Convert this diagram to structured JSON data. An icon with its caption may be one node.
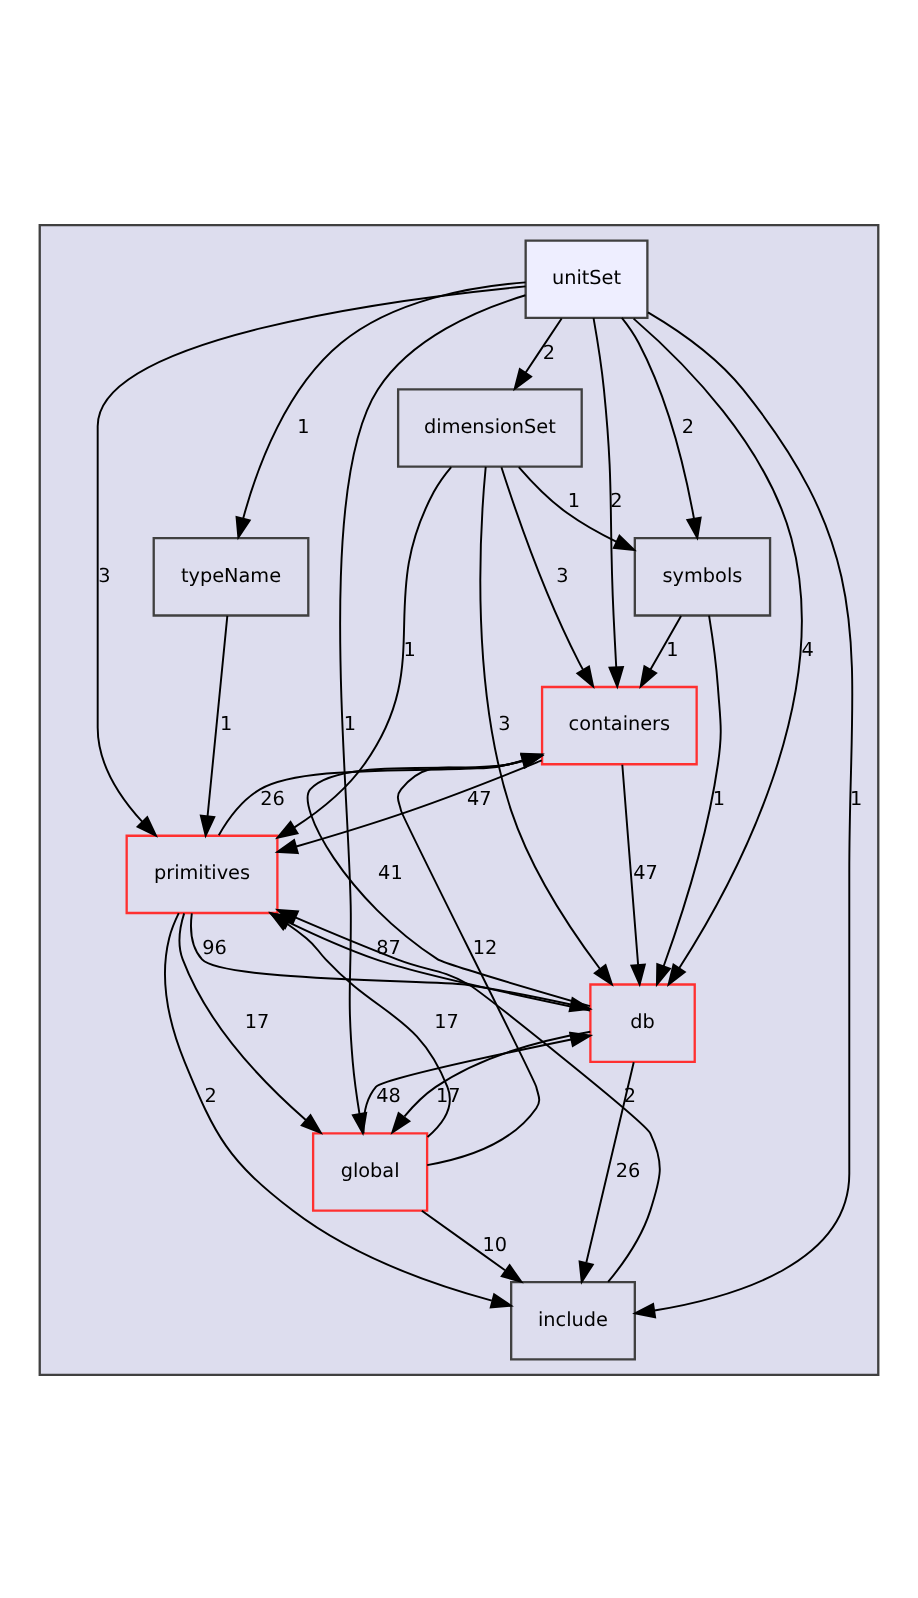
{
  "diagram": {
    "nodes": [
      {
        "text": [],
        "shape": "box"
      },
      {
        "text": [
          "unitSet"
        ],
        "in": 0
      },
      {
        "text": [
          "dimensionSet"
        ],
        "in": 0
      },
      {
        "text": [
          "typeName"
        ],
        "in": 0
      },
      {
        "text": [
          "symbols"
        ],
        "in": 0
      },
      {
        "text": [
          "containers"
        ],
        "in": 0
      },
      {
        "text": [
          "primitives"
        ],
        "in": 0
      },
      {
        "text": [
          "db"
        ],
        "in": 0
      },
      {
        "text": [
          "global"
        ],
        "in": 0
      },
      {
        "text": [
          "include"
        ],
        "in": 0
      }
    ],
    "edges": [
      {
        "from": 1,
        "to": 2,
        "arrow": "to",
        "label": "2"
      },
      {
        "from": 1,
        "to": 3,
        "arrow": "to",
        "label": "1"
      },
      {
        "from": 1,
        "to": 4,
        "arrow": "to",
        "label": "2"
      },
      {
        "from": 1,
        "to": 5,
        "arrow": "to",
        "label": "2"
      },
      {
        "from": 1,
        "to": 6,
        "arrow": "to",
        "label": "3"
      },
      {
        "from": 1,
        "to": 7,
        "arrow": "to",
        "label": "4"
      },
      {
        "from": 1,
        "to": 8,
        "arrow": "to",
        "label": "1"
      },
      {
        "from": 1,
        "to": 9,
        "arrow": "to",
        "label": "1"
      },
      {
        "from": 2,
        "to": 4,
        "arrow": "to",
        "label": "1"
      },
      {
        "from": 2,
        "to": 5,
        "arrow": "to",
        "label": "3"
      },
      {
        "from": 2,
        "to": 6,
        "arrow": "to",
        "label": "1"
      },
      {
        "from": 2,
        "to": 7,
        "arrow": "to",
        "label": "3"
      },
      {
        "from": 3,
        "to": 6,
        "arrow": "to",
        "label": "1"
      },
      {
        "from": 4,
        "to": 5,
        "arrow": "to",
        "label": "1"
      },
      {
        "from": 4,
        "to": 7,
        "arrow": "to",
        "label": "1"
      },
      {
        "from": 5,
        "to": 6,
        "arrow": "to",
        "label": "47"
      },
      {
        "from": 5,
        "to": 7,
        "arrow": "to",
        "label": "47"
      },
      {
        "from": 6,
        "to": 5,
        "arrow": "to",
        "label": "26"
      },
      {
        "from": 6,
        "to": 7,
        "arrow": "to",
        "label": "96"
      },
      {
        "from": 6,
        "to": 8,
        "arrow": "to",
        "label": "17"
      },
      {
        "from": 6,
        "to": 9,
        "arrow": "to",
        "label": "2"
      },
      {
        "from": 7,
        "to": 5,
        "arrow": "to",
        "label": "41"
      },
      {
        "from": 7,
        "to": 6,
        "arrow": "to",
        "label": "87"
      },
      {
        "from": 7,
        "to": 8,
        "arrow": "to",
        "label": "17"
      },
      {
        "from": 7,
        "to": 9,
        "arrow": "to",
        "label": "26"
      },
      {
        "from": 8,
        "to": 5,
        "arrow": "to",
        "label": "12"
      },
      {
        "from": 8,
        "to": 6,
        "arrow": "to",
        "label": "17"
      },
      {
        "from": 8,
        "to": 7,
        "arrow": "to",
        "label": "48"
      },
      {
        "from": 8,
        "to": 9,
        "arrow": "to",
        "label": "10"
      },
      {
        "from": 9,
        "to": 6,
        "arrow": "to",
        "label": "2"
      }
    ]
  }
}
